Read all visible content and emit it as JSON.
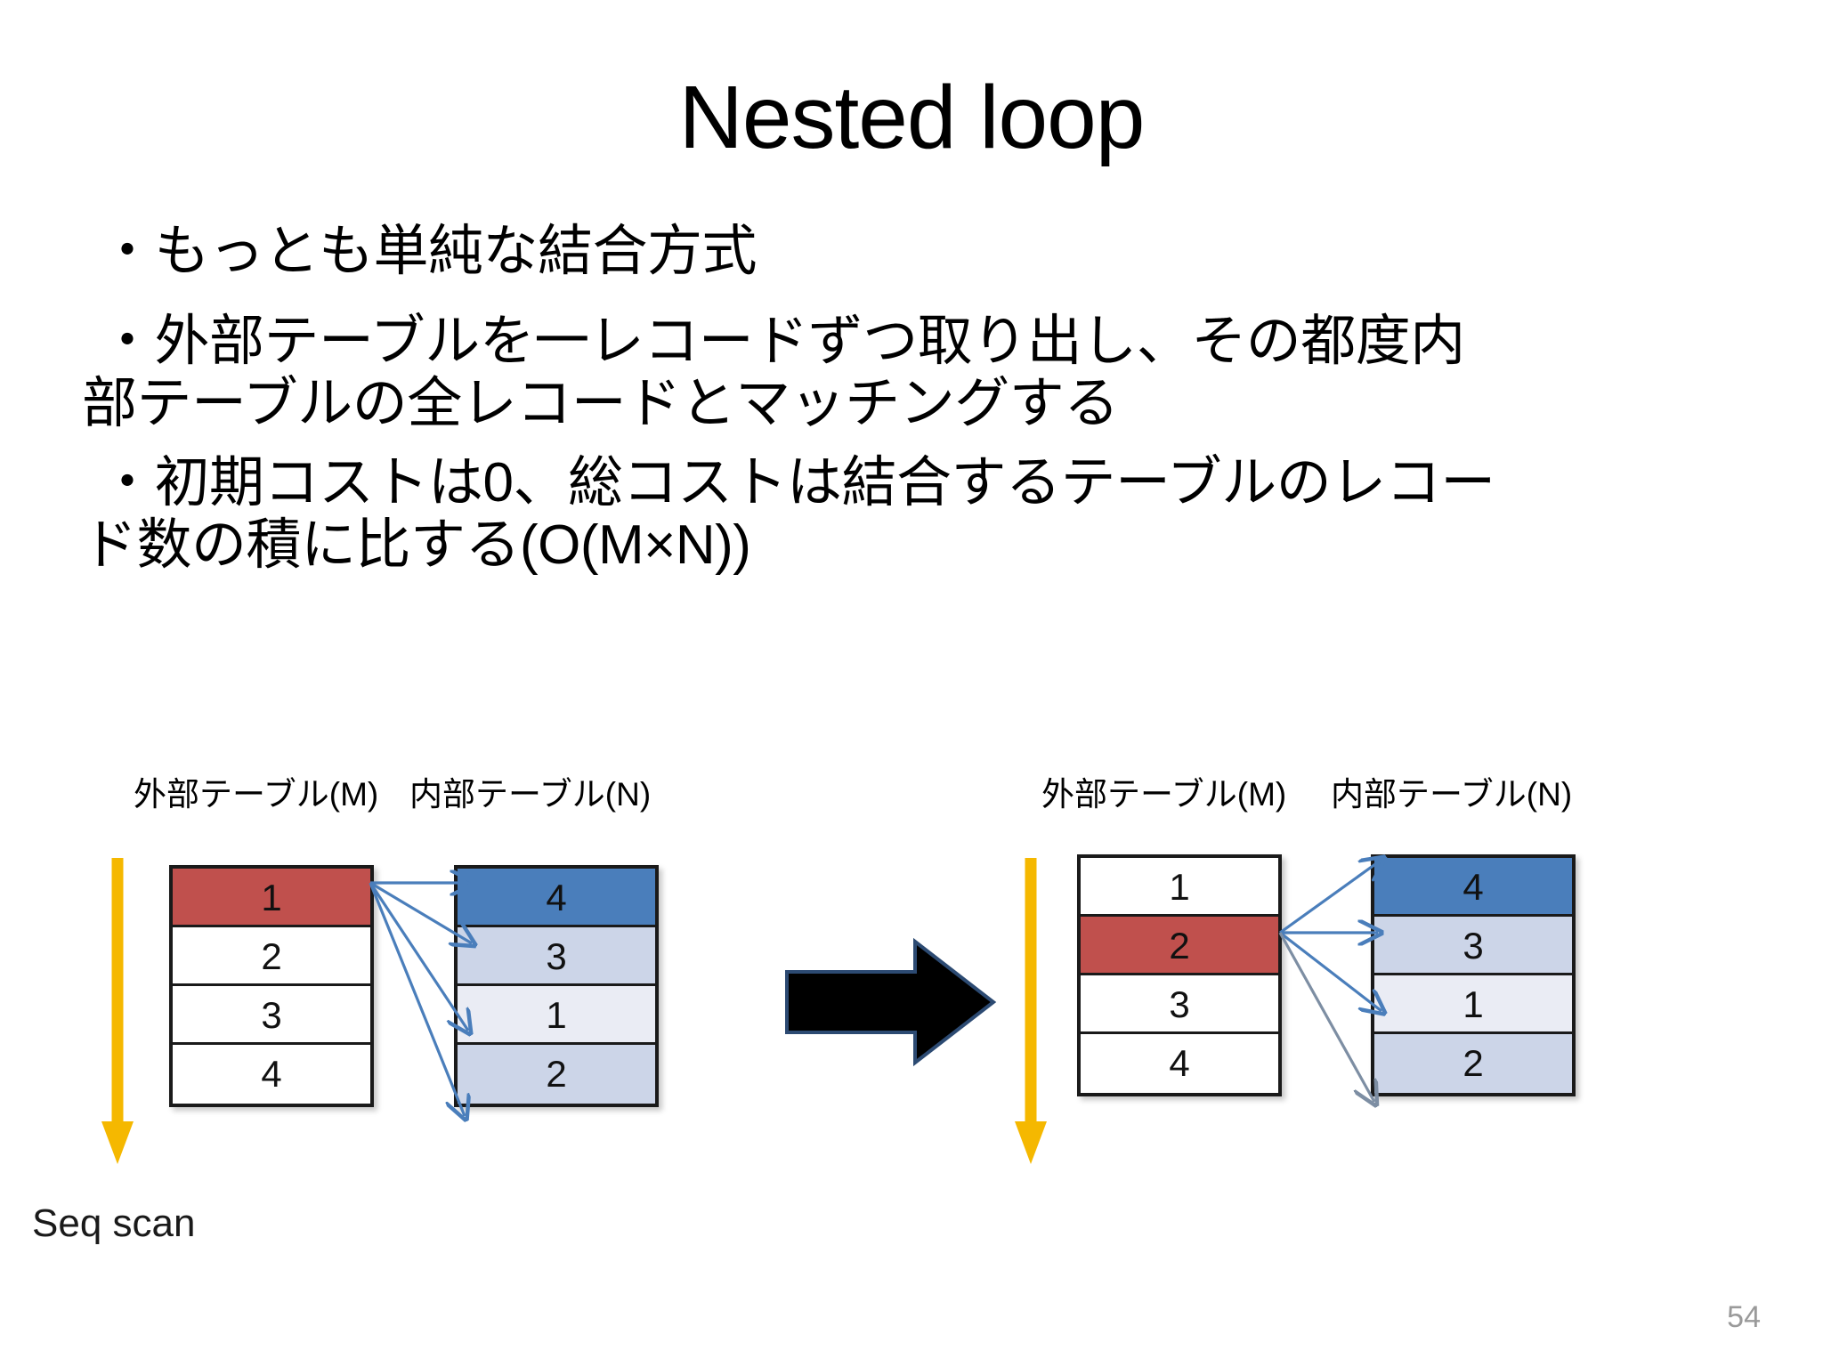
{
  "slide": {
    "title": "Nested loop",
    "page_number": "54",
    "seq_scan_label": "Seq scan"
  },
  "bullets": [
    {
      "lines": [
        "・もっとも単純な結合方式"
      ]
    },
    {
      "lines": [
        "・外部テーブルを一レコードずつ取り出し、その都度内",
        "部テーブルの全レコードとマッチングする"
      ]
    },
    {
      "lines": [
        "・初期コストは0、総コストは結合するテーブルのレコー",
        "ド数の積に比する(O(M×N))"
      ]
    }
  ],
  "figure": {
    "transition_arrow": "black-right-arrow",
    "panels": [
      {
        "name": "step-1",
        "outer_label": "外部テーブル(M)",
        "inner_label": "内部テーブル(N)",
        "scan_arrow": "yellow-down-arrow",
        "outer_rows": [
          {
            "value": "1",
            "highlight": "red"
          },
          {
            "value": "2",
            "highlight": "none"
          },
          {
            "value": "3",
            "highlight": "none"
          },
          {
            "value": "4",
            "highlight": "none"
          }
        ],
        "inner_rows": [
          {
            "value": "4",
            "highlight": "blue-dark"
          },
          {
            "value": "3",
            "highlight": "blue-mid"
          },
          {
            "value": "1",
            "highlight": "blue-pale"
          },
          {
            "value": "2",
            "highlight": "blue-mid"
          }
        ],
        "match_arrows_from_row": 1,
        "match_arrows_count": 4
      },
      {
        "name": "step-2",
        "outer_label": "外部テーブル(M)",
        "inner_label": "内部テーブル(N)",
        "scan_arrow": "yellow-down-arrow",
        "outer_rows": [
          {
            "value": "1",
            "highlight": "none"
          },
          {
            "value": "2",
            "highlight": "red"
          },
          {
            "value": "3",
            "highlight": "none"
          },
          {
            "value": "4",
            "highlight": "none"
          }
        ],
        "inner_rows": [
          {
            "value": "4",
            "highlight": "blue-dark"
          },
          {
            "value": "3",
            "highlight": "blue-mid"
          },
          {
            "value": "1",
            "highlight": "blue-pale"
          },
          {
            "value": "2",
            "highlight": "blue-mid"
          }
        ],
        "match_arrows_from_row": 2,
        "match_arrows_count": 4
      }
    ]
  },
  "colors": {
    "red_highlight": "#c0504d",
    "blue_dark": "#4a7ebb",
    "blue_mid": "#ccd5e8",
    "blue_pale": "#eaecf4",
    "white": "#ffffff",
    "arrow_yellow": "#f5b800",
    "arrow_blue": "#4a7ebb",
    "border": "#1a1a1a",
    "page_number": "#9a9a9a"
  }
}
